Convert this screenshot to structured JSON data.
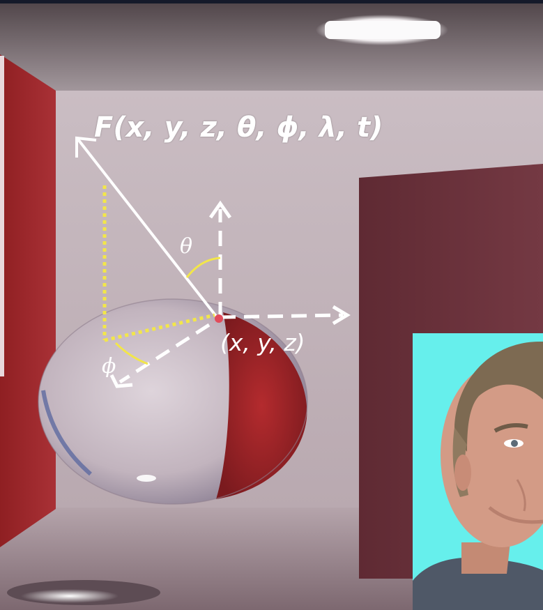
{
  "diagram": {
    "formula": "F(x, y, z, θ,  ϕ, λ, t)",
    "theta_label": "θ",
    "phi_label": "ϕ",
    "point_label": "(x, y, z)"
  },
  "colors": {
    "left_wall": "#a52a2a",
    "right_panel": "#6b2f38",
    "back_wall": "#c8bcc3",
    "annotation_white": "#ffffff",
    "annotation_yellow": "#f2e64a",
    "webcam_background": "#66efec"
  }
}
